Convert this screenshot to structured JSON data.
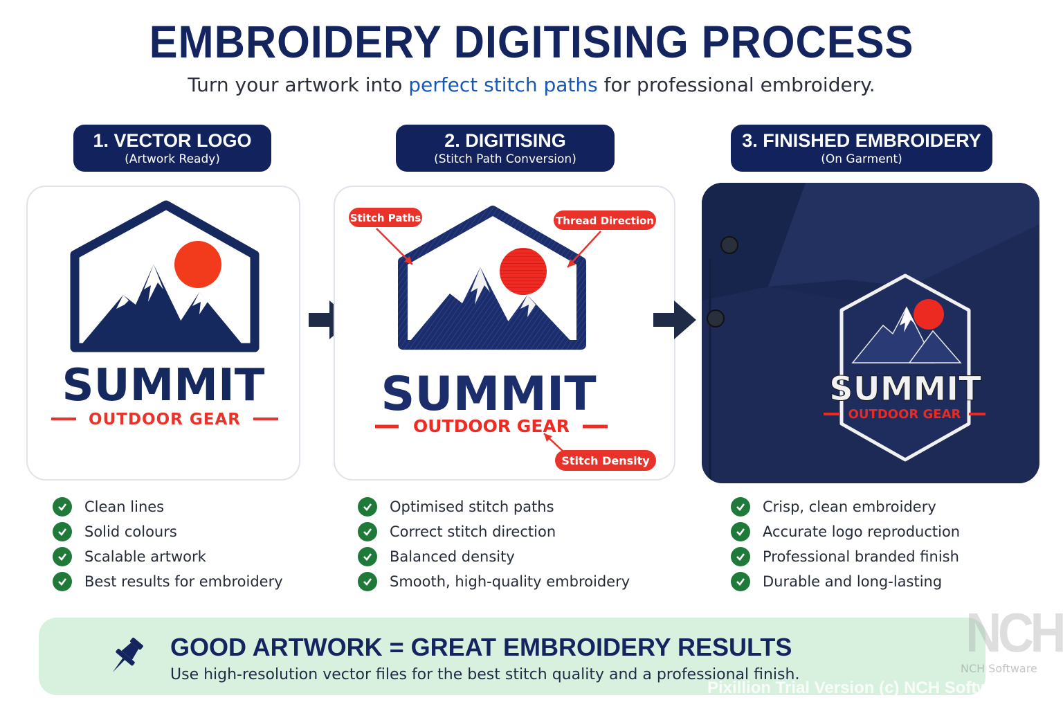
{
  "header": {
    "title": "EMBROIDERY DIGITISING PROCESS",
    "subtitle_before": "Turn your artwork into ",
    "subtitle_highlight": "perfect stitch paths",
    "subtitle_after": " for professional embroidery."
  },
  "steps": [
    {
      "title": "1. VECTOR LOGO",
      "subtitle": "(Artwork Ready)",
      "features": [
        "Clean lines",
        "Solid colours",
        "Scalable artwork",
        "Best results for embroidery"
      ]
    },
    {
      "title": "2. DIGITISING",
      "subtitle": "(Stitch Path Conversion)",
      "features": [
        "Optimised stitch paths",
        "Correct stitch direction",
        "Balanced density",
        "Smooth, high-quality embroidery"
      ],
      "callouts": {
        "stitch_paths": "Stitch Paths",
        "thread_direction": "Thread Direction",
        "stitch_density": "Stitch Density"
      }
    },
    {
      "title": "3. FINISHED EMBROIDERY",
      "subtitle": "(On Garment)",
      "features": [
        "Crisp, clean embroidery",
        "Accurate logo reproduction",
        "Professional branded finish",
        "Durable and long-lasting"
      ]
    }
  ],
  "logo": {
    "brand": "SUMMIT",
    "tagline": "OUTDOOR GEAR"
  },
  "banner": {
    "title": "GOOD ARTWORK = GREAT EMBROIDERY RESULTS",
    "subtitle": "Use high-resolution vector files for the best stitch quality and a professional finish.",
    "icon": "pushpin-icon"
  },
  "watermark": {
    "logo": "NCH",
    "company": "NCH Software",
    "trial": "Pixillion Trial Version (c) NCH Software"
  },
  "colors": {
    "navy": "#13245e",
    "brand_red": "#f23a1c",
    "check_green": "#1f7a3a",
    "banner_bg": "#d8f1df",
    "garment": "#1c2a55"
  }
}
